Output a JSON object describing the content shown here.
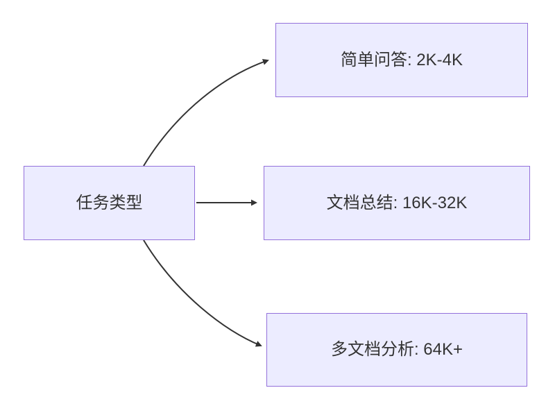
{
  "diagram": {
    "root": {
      "label": "任务类型"
    },
    "nodes": [
      {
        "label": "简单问答: 2K-4K"
      },
      {
        "label": "文档总结: 16K-32K"
      },
      {
        "label": "多文档分析: 64K+"
      }
    ]
  },
  "colors": {
    "node-fill": "#ECECFF",
    "node-border": "#9370DB",
    "arrow-color": "#333333",
    "text-color": "#333333",
    "background": "#FFFFFF"
  }
}
